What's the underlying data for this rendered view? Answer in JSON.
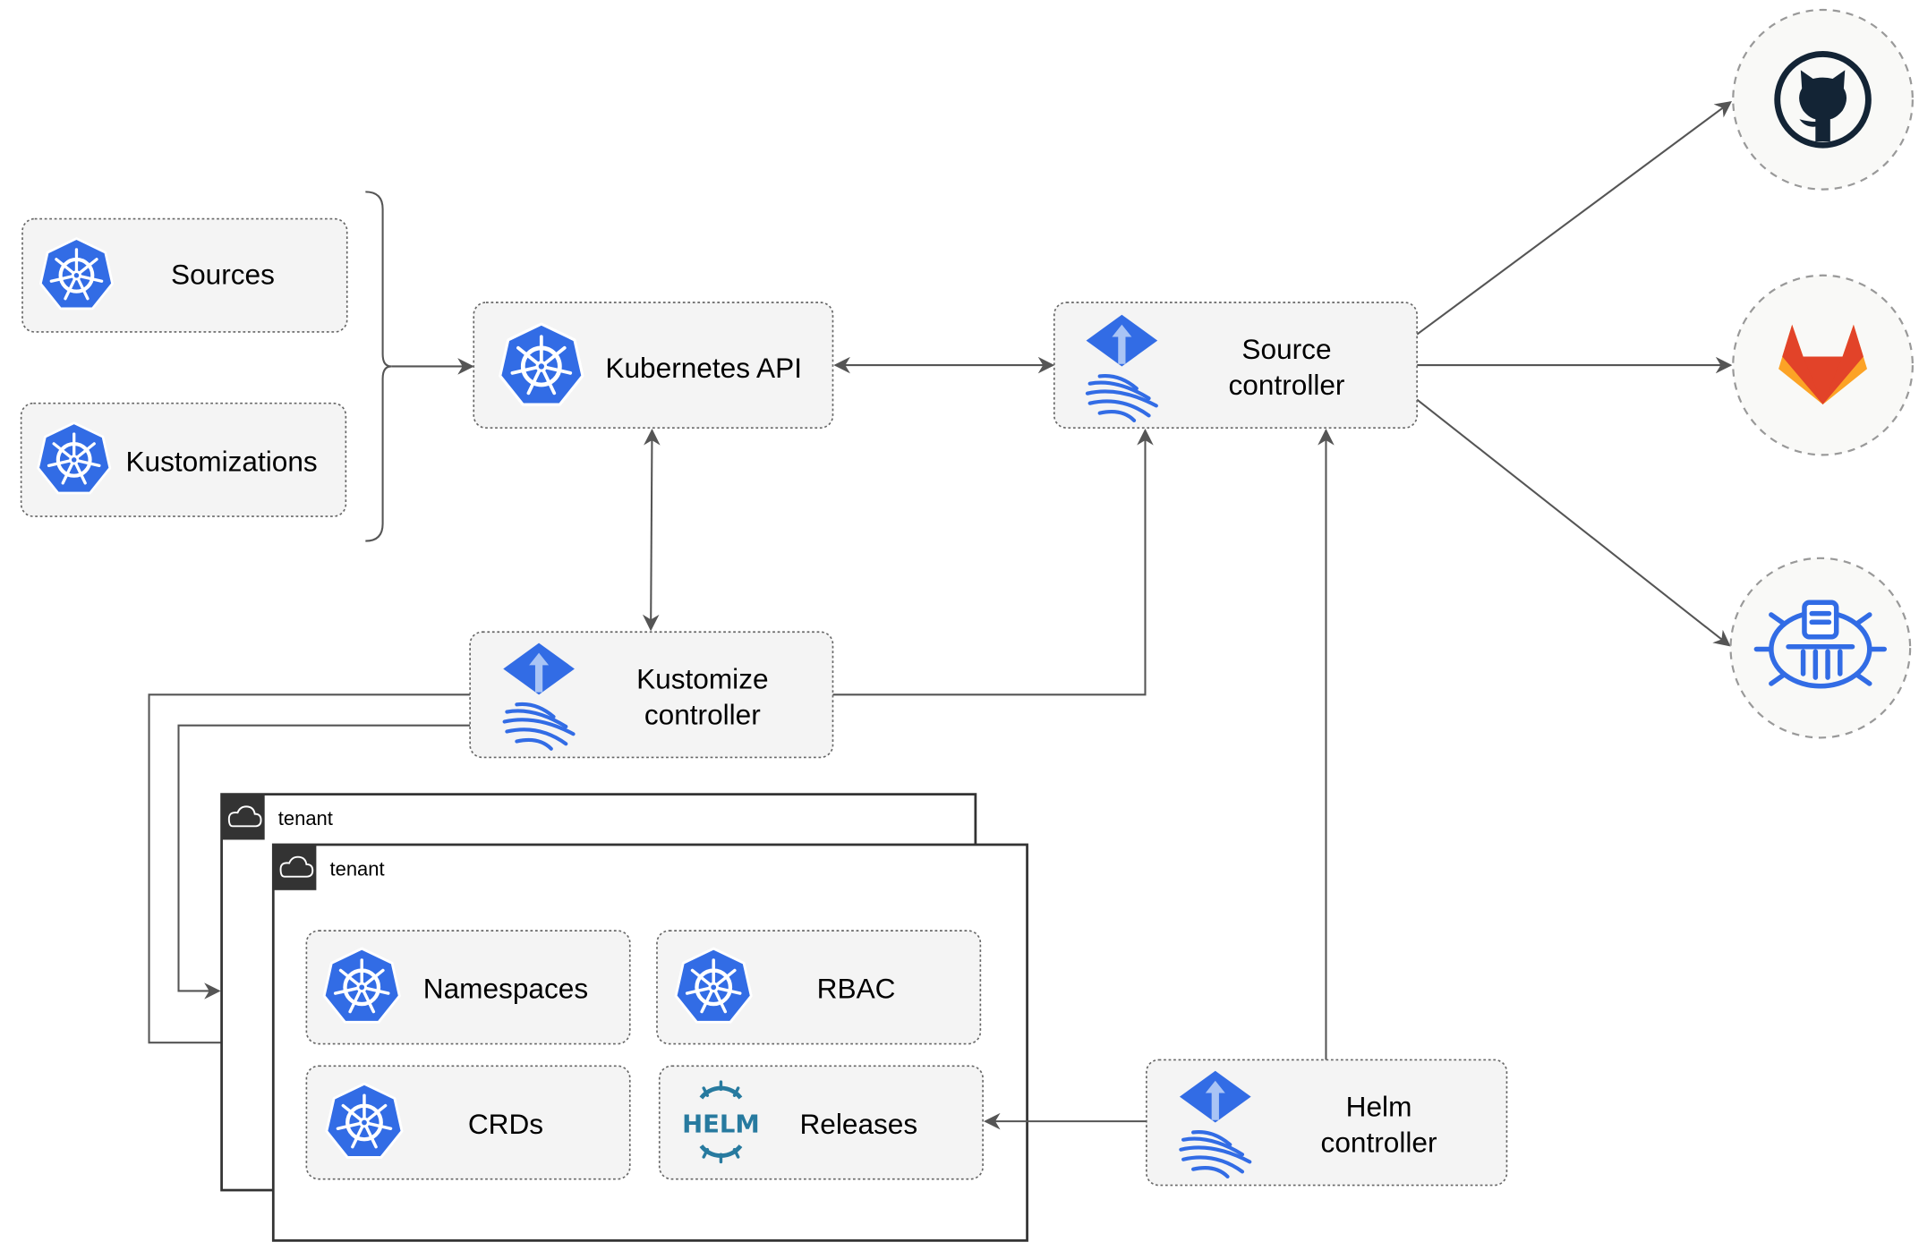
{
  "nodes": {
    "sources": "Sources",
    "kustomizations": "Kustomizations",
    "kubernetes_api": "Kubernetes API",
    "source_controller": [
      "Source",
      "controller"
    ],
    "kustomize_controller": [
      "Kustomize",
      "controller"
    ],
    "helm_controller": [
      "Helm",
      "controller"
    ],
    "namespaces": "Namespaces",
    "rbac": "RBAC",
    "crds": "CRDs",
    "releases": "Releases"
  },
  "tenants": [
    "tenant",
    "tenant"
  ],
  "logos": {
    "helm": "HELM",
    "github": "github-icon",
    "gitlab": "gitlab-icon",
    "bucket": "bucket-icon"
  },
  "colors": {
    "kubernetes": "#326ce5",
    "helm": "#277a9f",
    "github": "#132435",
    "gitlab_dark": "#e24329",
    "gitlab_light": "#fca326",
    "edge": "#555555"
  }
}
